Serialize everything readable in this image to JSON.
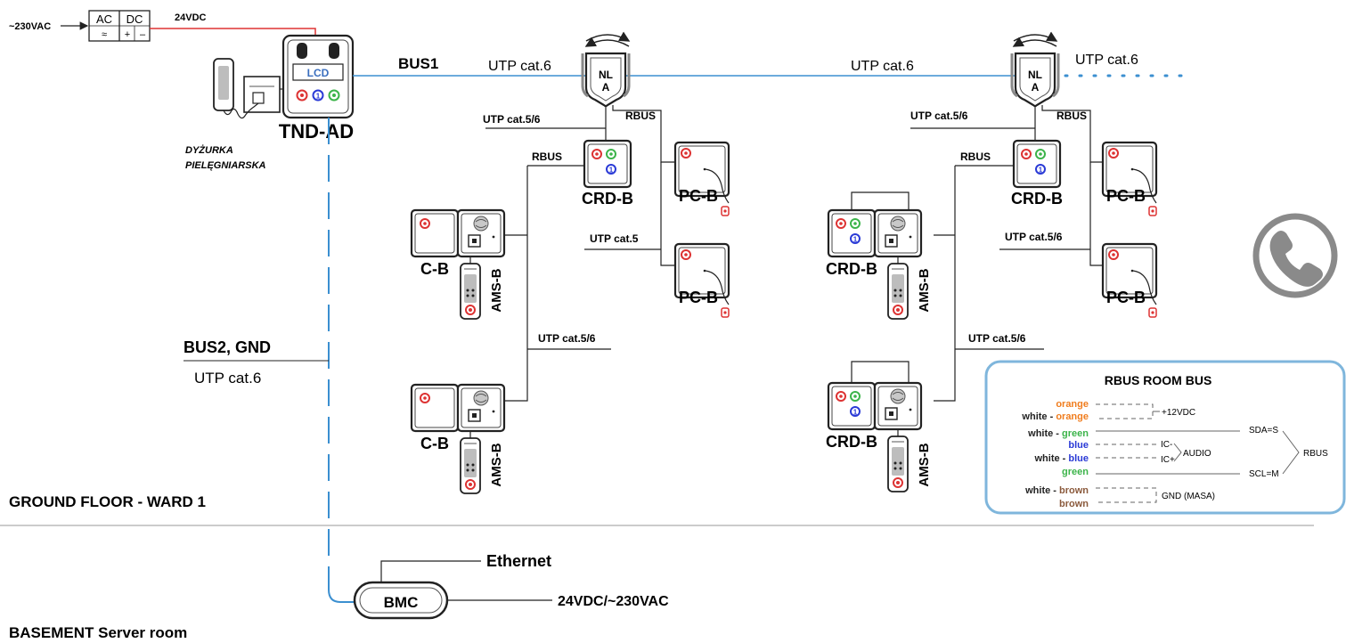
{
  "power": {
    "input": "~230VAC",
    "ac": "AC",
    "dc": "DC",
    "ac_sym": "≈",
    "plus": "+",
    "minus": "–",
    "output": "24VDC"
  },
  "tnd": {
    "name": "TND-AD",
    "lcd": "LCD",
    "caption_line1": "DYŻURKA",
    "caption_line2": "PIELĘGNIARSKA"
  },
  "bus": {
    "bus1": "BUS1",
    "bus2": "BUS2, GND",
    "utp6": "UTP cat.6",
    "utp56": "UTP cat.5/6",
    "utp5": "UTP cat.5",
    "rbus": "RBUS"
  },
  "nla": {
    "line1": "NL",
    "line2": "A"
  },
  "devices": {
    "crd": "CRD-B",
    "pc": "PC-B",
    "c": "C-B",
    "ams": "AMS-B",
    "btn1": "1"
  },
  "floors": {
    "ground": "GROUND FLOOR - WARD 1",
    "basement": "BASEMENT  Server room"
  },
  "bmc": {
    "name": "BMC",
    "ethernet": "Ethernet",
    "power": "24VDC/~230VAC"
  },
  "legend": {
    "title": "RBUS ROOM BUS",
    "wires": [
      {
        "prefix": "",
        "name": "orange",
        "color": "#f07d1e"
      },
      {
        "prefix": "white - ",
        "name": "orange",
        "color": "#f07d1e"
      },
      {
        "prefix": "white - ",
        "name": "green",
        "color": "#3cb44a"
      },
      {
        "prefix": "",
        "name": "blue",
        "color": "#2a3ad6"
      },
      {
        "prefix": "white - ",
        "name": "blue",
        "color": "#2a3ad6"
      },
      {
        "prefix": "",
        "name": "green",
        "color": "#3cb44a"
      },
      {
        "prefix": "white - ",
        "name": "brown",
        "color": "#8b5a3c"
      },
      {
        "prefix": "",
        "name": "brown",
        "color": "#8b5a3c"
      }
    ],
    "v12": "+12VDC",
    "sda": "SDA=S",
    "icm": "IC-",
    "icp": "IC+",
    "audio": "AUDIO",
    "scl": "SCL=M",
    "gnd": "GND (MASA)",
    "rbus": "RBUS"
  },
  "colors": {
    "bus_blue": "#3b8fd0",
    "power_red": "#dd3333",
    "legend_border": "#7fb6dc",
    "phone_gray": "#8a8a8a"
  },
  "icons": {
    "phone": "phone-icon",
    "rotate": "rotate-arrows-icon"
  }
}
